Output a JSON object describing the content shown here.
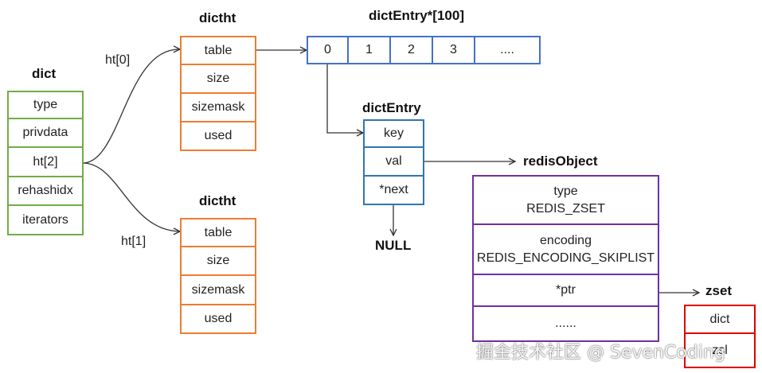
{
  "colors": {
    "dict": "#70ad47",
    "dictht": "#ed7d31",
    "array": "#4472c4",
    "dictEntry": "#2e75b6",
    "redisObject": "#7030a0",
    "zset": "#e00000",
    "line": "#333333"
  },
  "dict": {
    "title": "dict",
    "fields": [
      "type",
      "privdata",
      "ht[2]",
      "rehashidx",
      "iterators"
    ]
  },
  "dictht0": {
    "title": "dictht",
    "edge_label": "ht[0]",
    "fields": [
      "table",
      "size",
      "sizemask",
      "used"
    ]
  },
  "dictht1": {
    "title": "dictht",
    "edge_label": "ht[1]",
    "fields": [
      "table",
      "size",
      "sizemask",
      "used"
    ]
  },
  "entry_array": {
    "title": "dictEntry*[100]",
    "cells": [
      "0",
      "1",
      "2",
      "3",
      "...."
    ]
  },
  "dict_entry": {
    "title": "dictEntry",
    "fields": [
      "key",
      "val",
      "*next"
    ],
    "next_target": "NULL"
  },
  "redis_object": {
    "title": "redisObject",
    "fields": [
      {
        "name": "type",
        "value": "REDIS_ZSET"
      },
      {
        "name": "encoding",
        "value": "REDIS_ENCODING_SKIPLIST"
      },
      {
        "name": "*ptr",
        "value": ""
      },
      {
        "name": "......",
        "value": ""
      }
    ]
  },
  "zset": {
    "title": "zset",
    "fields": [
      "dict",
      "zsl"
    ]
  },
  "watermark": "掘金技术社区 @ SevenCoding"
}
